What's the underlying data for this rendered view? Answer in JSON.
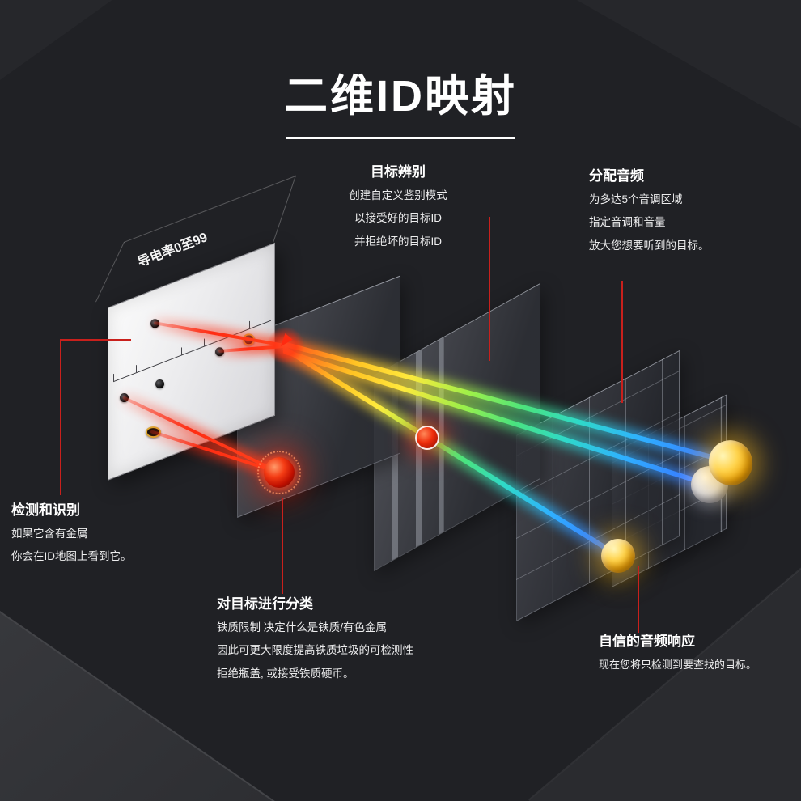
{
  "title": {
    "text": "二维ID映射"
  },
  "labels": {
    "conductivity": {
      "text": "导电率0至99"
    },
    "discrimination": {
      "heading": "目标辨别",
      "lines": [
        "创建自定义鉴别模式",
        "以接受好的目标ID",
        "并拒绝坏的目标ID"
      ]
    },
    "audio": {
      "heading": "分配音频",
      "lines": [
        "为多达5个音调区域",
        "指定音调和音量",
        "放大您想要听到的目标。"
      ]
    },
    "detect": {
      "heading": "检测和识别",
      "lines": [
        "如果它含有金属",
        "你会在ID地图上看到它。"
      ]
    },
    "classify": {
      "heading": "对目标进行分类",
      "lines": [
        "铁质限制 决定什么是铁质/有色金属",
        "因此可更大限度提高铁质垃圾的可检测性",
        "拒绝瓶盖, 或接受铁质硬币。"
      ]
    },
    "confident": {
      "heading": "自信的音频响应",
      "lines": [
        "现在您将只检测到要查找的目标。"
      ]
    }
  },
  "colors": {
    "bg": "#202125",
    "accent-red": "#c9201c",
    "beam-red": "#ff2c12",
    "beam-yellow": "#ffc324",
    "beam-green": "#4ae37e",
    "beam-cyan": "#2fd9c8",
    "beam-blue": "#3b6bff",
    "gold": "#ffc41e"
  }
}
